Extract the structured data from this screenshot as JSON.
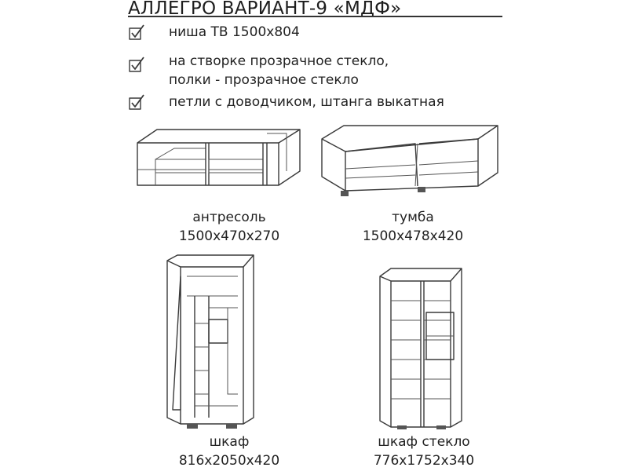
{
  "title": "АЛЛЕГРО ВАРИАНТ-9 «МДФ»",
  "features": [
    {
      "lines": [
        "ниша ТВ 1500х804"
      ],
      "icon": "checkbox-checked-icon"
    },
    {
      "lines": [
        "на створке прозрачное стекло,",
        "полки - прозрачное стекло"
      ],
      "icon": "checkbox-checked-icon"
    },
    {
      "lines": [
        "петли с доводчиком, штанга выкатная"
      ],
      "icon": "checkbox-checked-icon"
    }
  ],
  "items": [
    {
      "name": "антресоль",
      "dims": "1500х470х270"
    },
    {
      "name": "тумба",
      "dims": "1500х478х420"
    },
    {
      "name": "шкаф",
      "dims": "816х2050х420"
    },
    {
      "name": "шкаф стекло",
      "dims": "776х1752х340"
    }
  ]
}
